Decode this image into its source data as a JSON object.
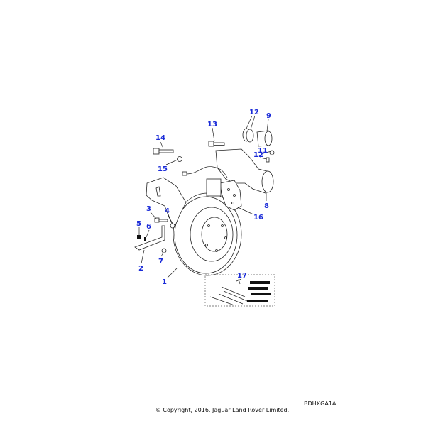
{
  "diagram": {
    "title": "Front brake disc and caliper assembly",
    "callouts": {
      "c1": "1",
      "c2": "2",
      "c3": "3",
      "c4": "4",
      "c5": "5",
      "c6": "6",
      "c7": "7",
      "c8": "8",
      "c9": "9",
      "c11": "11",
      "c12a": "12",
      "c12b": "12",
      "c13": "13",
      "c14": "14",
      "c15": "15",
      "c16": "16",
      "c17": "17"
    },
    "callout_color": "#1a2bd8"
  },
  "footer": {
    "reference": "BDHXGA1A",
    "copyright": "© Copyright, 2016. Jaguar Land Rover Limited."
  }
}
